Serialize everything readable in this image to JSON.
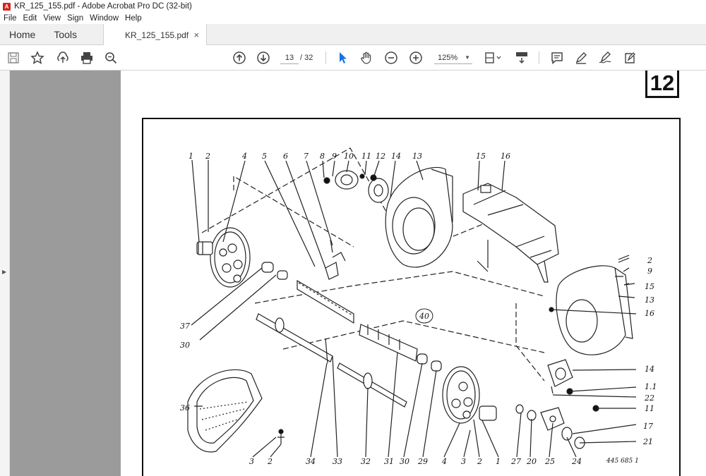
{
  "window": {
    "title": "KR_125_155.pdf - Adobe Acrobat Pro DC (32-bit)",
    "app_icon_letter": "A"
  },
  "menu": [
    "File",
    "Edit",
    "View",
    "Sign",
    "Window",
    "Help"
  ],
  "tabs": {
    "home": "Home",
    "tools": "Tools",
    "document": "KR_125_155.pdf",
    "close": "×"
  },
  "toolbar": {
    "current_page": "13",
    "total_pages": "/ 32",
    "zoom": "125%",
    "icons": [
      "save-icon",
      "bookmark-star-icon",
      "upload-icon",
      "print-icon",
      "find-icon",
      "previous-page-icon",
      "next-page-icon",
      "select-arrow-icon",
      "hand-tool-icon",
      "zoom-out-icon",
      "zoom-in-icon",
      "fit-page-icon",
      "scroll-mode-icon",
      "comment-icon",
      "highlight-pen-icon",
      "sign-icon",
      "fill-sign-icon"
    ]
  },
  "document": {
    "page_badge": "12",
    "drawing_code": "445 685 1",
    "center_callout": "40",
    "labels_top": [
      "1",
      "2",
      "4",
      "5",
      "6",
      "7",
      "8",
      "9",
      "10",
      "11",
      "12",
      "14",
      "13",
      "15",
      "16"
    ],
    "labels_right": [
      "2",
      "9",
      "15",
      "13",
      "16",
      "14",
      "1.1",
      "22",
      "11",
      "17",
      "21"
    ],
    "labels_left": [
      "37",
      "30",
      "36"
    ],
    "labels_bottom": [
      "3",
      "2",
      "34",
      "33",
      "32",
      "31",
      "30",
      "29",
      "4",
      "3",
      "2",
      "1",
      "27",
      "20",
      "25",
      "24"
    ]
  }
}
